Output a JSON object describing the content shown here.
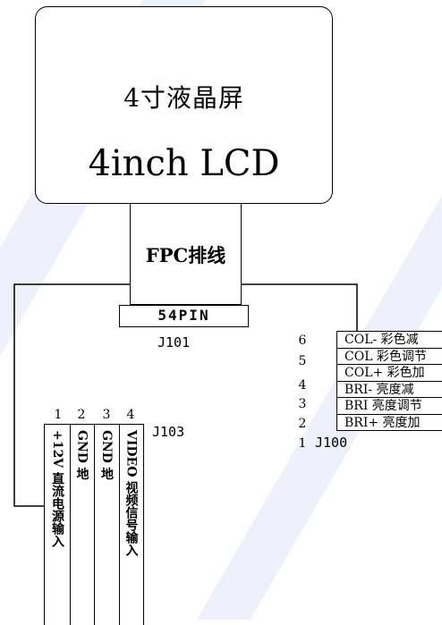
{
  "lcd": {
    "title_cn": "4寸液晶屏",
    "title_en": "4inch LCD"
  },
  "fpc": {
    "label": "FPC排线"
  },
  "connector_54": {
    "label": "54PIN"
  },
  "j101": {
    "label": "J101"
  },
  "j100": {
    "label": "J100",
    "pin_numbers": [
      "6",
      "5",
      "4",
      "3",
      "2",
      "1"
    ],
    "rows": [
      "COL- 彩色减",
      "COL 彩色调节",
      "COL+ 彩色加",
      "BRI- 亮度减",
      "BRI 亮度调节",
      "BRI+ 亮度加"
    ]
  },
  "j103": {
    "label": "J103",
    "pin_numbers": [
      "1",
      "2",
      "3",
      "4"
    ],
    "pins": [
      "+12V 直流电源输入",
      "GND 地",
      "GND 地",
      "VIDEO 视频信号输入"
    ]
  },
  "colors": {
    "background": "#ffffff",
    "stripe": "#eef0fb",
    "line": "#000000"
  }
}
